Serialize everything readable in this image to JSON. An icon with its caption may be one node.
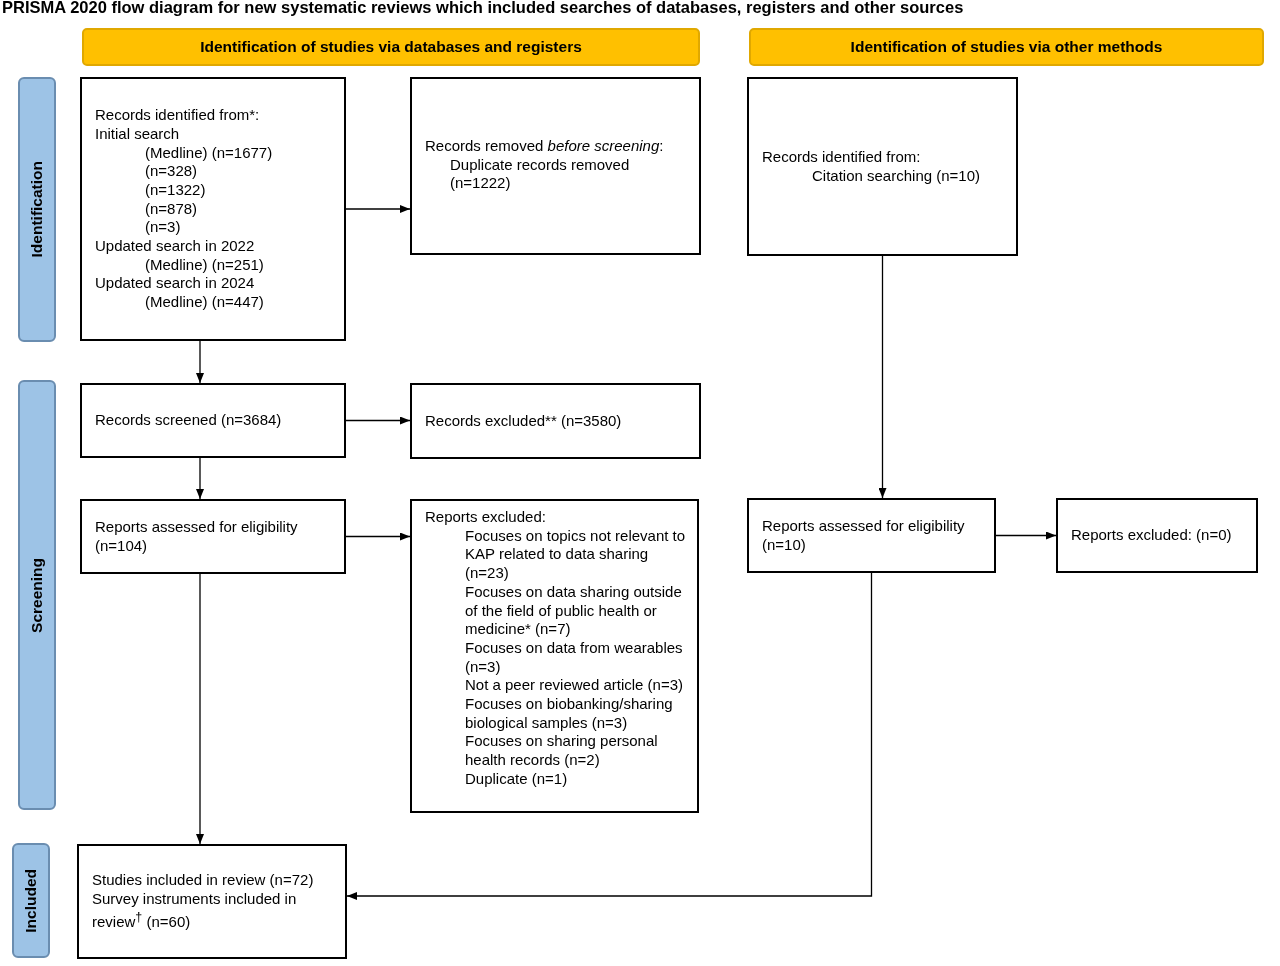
{
  "diagram": {
    "title": "PRISMA 2020 flow diagram for new systematic reviews which included searches of databases, registers and other sources",
    "nodes": [
      {
        "text": [
          "Identification of studies via databases and registers"
        ]
      },
      {
        "text": [
          "Identification of studies via other methods"
        ]
      },
      {
        "text": [
          "Identification"
        ]
      },
      {
        "text": [
          "Screening"
        ]
      },
      {
        "text": [
          "Included"
        ]
      },
      {
        "text": [
          "Records identified from*:",
          "Initial search",
          "(Medline) (n=1677)",
          "(n=328)",
          "(n=1322)",
          "(n=878)",
          "(n=3)",
          "Updated search in 2022",
          "(Medline) (n=251)",
          "Updated search in 2024",
          "(Medline) (n=447)"
        ]
      },
      {
        "text": [
          "Records removed *before screening*:",
          "Duplicate records removed (n=1222)"
        ]
      },
      {
        "text": [
          "Records identified from:",
          "Citation searching (n=10)"
        ]
      },
      {
        "text": [
          "Records screened (n=3684)"
        ]
      },
      {
        "text": [
          "Records excluded** (n=3580)"
        ]
      },
      {
        "text": [
          "Reports assessed for eligibility (n=104)"
        ]
      },
      {
        "text": [
          "Reports excluded:",
          "Focuses on topics not relevant to KAP related to data sharing (n=23)",
          "Focuses on data sharing outside of the field of public health or medicine* (n=7)",
          "Focuses on data from wearables (n=3)",
          "Not a peer reviewed article (n=3)",
          "Focuses on biobanking/sharing biological samples (n=3)",
          "Focuses on sharing personal health records (n=2)",
          "Duplicate (n=1)"
        ]
      },
      {
        "text": [
          "Reports assessed for eligibility (n=10)"
        ]
      },
      {
        "text": [
          "Reports excluded: (n=0)"
        ]
      },
      {
        "text": [
          "Studies included in review (n=72)",
          "Survey instruments included in review$^{†}$ (n=60)"
        ]
      }
    ],
    "edges": [
      {
        "from": 5,
        "to": 6,
        "arrow": "to"
      },
      {
        "from": 5,
        "to": 8,
        "arrow": "to"
      },
      {
        "from": 8,
        "to": 9,
        "arrow": "to"
      },
      {
        "from": 8,
        "to": 10,
        "arrow": "to"
      },
      {
        "from": 10,
        "to": 11,
        "arrow": "to"
      },
      {
        "from": 10,
        "to": 14,
        "arrow": "to"
      },
      {
        "from": 7,
        "to": 12,
        "arrow": "to"
      },
      {
        "from": 12,
        "to": 13,
        "arrow": "to"
      },
      {
        "from": 12,
        "to": 14,
        "arrow": "to"
      }
    ]
  }
}
